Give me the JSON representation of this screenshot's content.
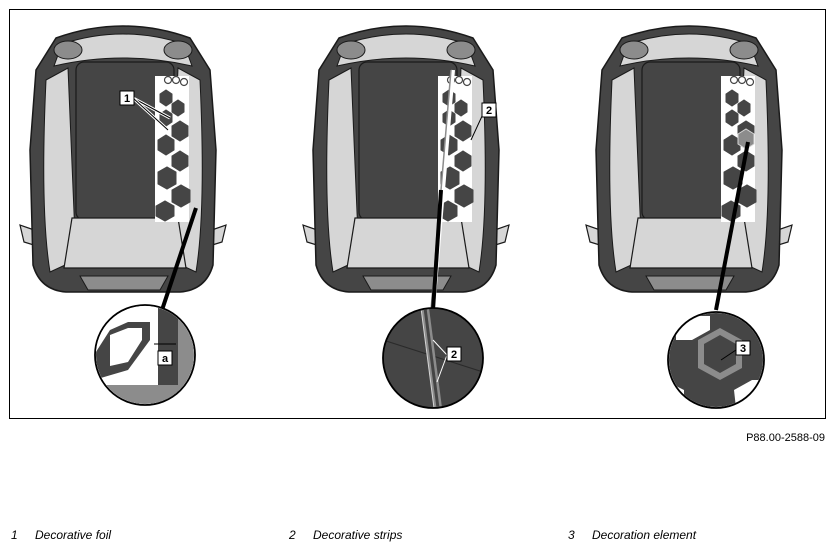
{
  "figure": {
    "code": "P88.00-2588-09",
    "panels": [
      {
        "callout": "1",
        "detail_callout": "a"
      },
      {
        "callout": "2",
        "detail_callout": "2"
      },
      {
        "callout": "3",
        "detail_callout": "3"
      }
    ],
    "colors": {
      "dark": "#454545",
      "mid": "#8c8c8c",
      "light": "#d6d6d6",
      "outline": "#1a1a1a"
    }
  },
  "legend": [
    {
      "number": "1",
      "label": "Decorative foil"
    },
    {
      "number": "2",
      "label": "Decorative strips"
    },
    {
      "number": "3",
      "label": "Decoration element"
    }
  ]
}
